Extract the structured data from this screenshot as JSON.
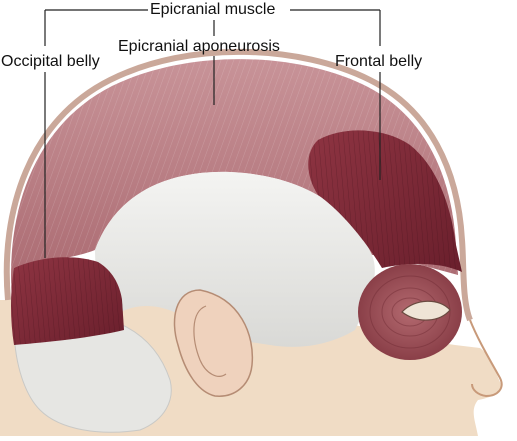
{
  "labels": {
    "epicranial_muscle": "Epicranial muscle",
    "epicranial_aponeurosis": "Epicranial aponeurosis",
    "occipital_belly": "Occipital belly",
    "frontal_belly": "Frontal belly"
  },
  "colors": {
    "aponeurosis": "#b87f84",
    "muscle": "#7d2a37",
    "skin": "#f0dcc5",
    "connective": "#e9e9e7",
    "leader_line": "#222222"
  }
}
